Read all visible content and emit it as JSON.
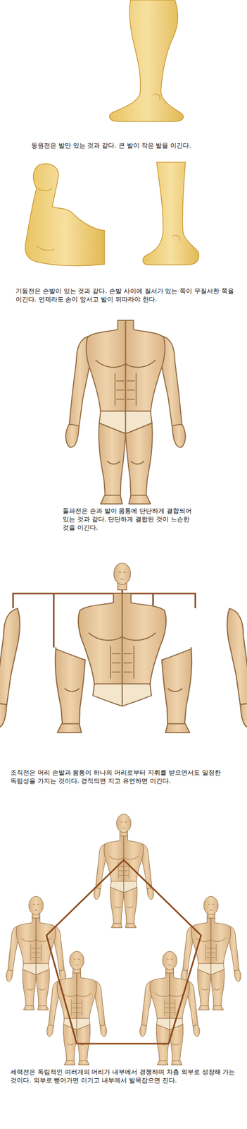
{
  "diagram": {
    "labels": [
      "동원전은 발만 있는 것과 같다. 큰 발이 작은 발을 이긴다.",
      "기동전은 손발이 있는 것과 같다. 손발 사이에 질서가 있는 쪽이 무질서한 쪽을 이긴다. 언제라도 손이 앞서고 발이 뒤따라야 한다.",
      "돌파전은 손과 발이 몸통에 단단하게 결합되어 있는 것과 같다. 단단하게 결합된 것이 느슨한 것을 이긴다.",
      "조직전은 머리 손발과 몸통이 하나의 머리로부터 지휘를 받으면서도 일정한 독립성을 가지는 것이다. 경직되면 지고 유연하면 이긴다.",
      "세력전은 독립적인 여러개의 머리가 내부에서 경쟁하며 차츰 외부로 성장해 가는 것이다. 외부로 뻗어가면 이기고 내부에서 발목잡으면 진다."
    ]
  }
}
